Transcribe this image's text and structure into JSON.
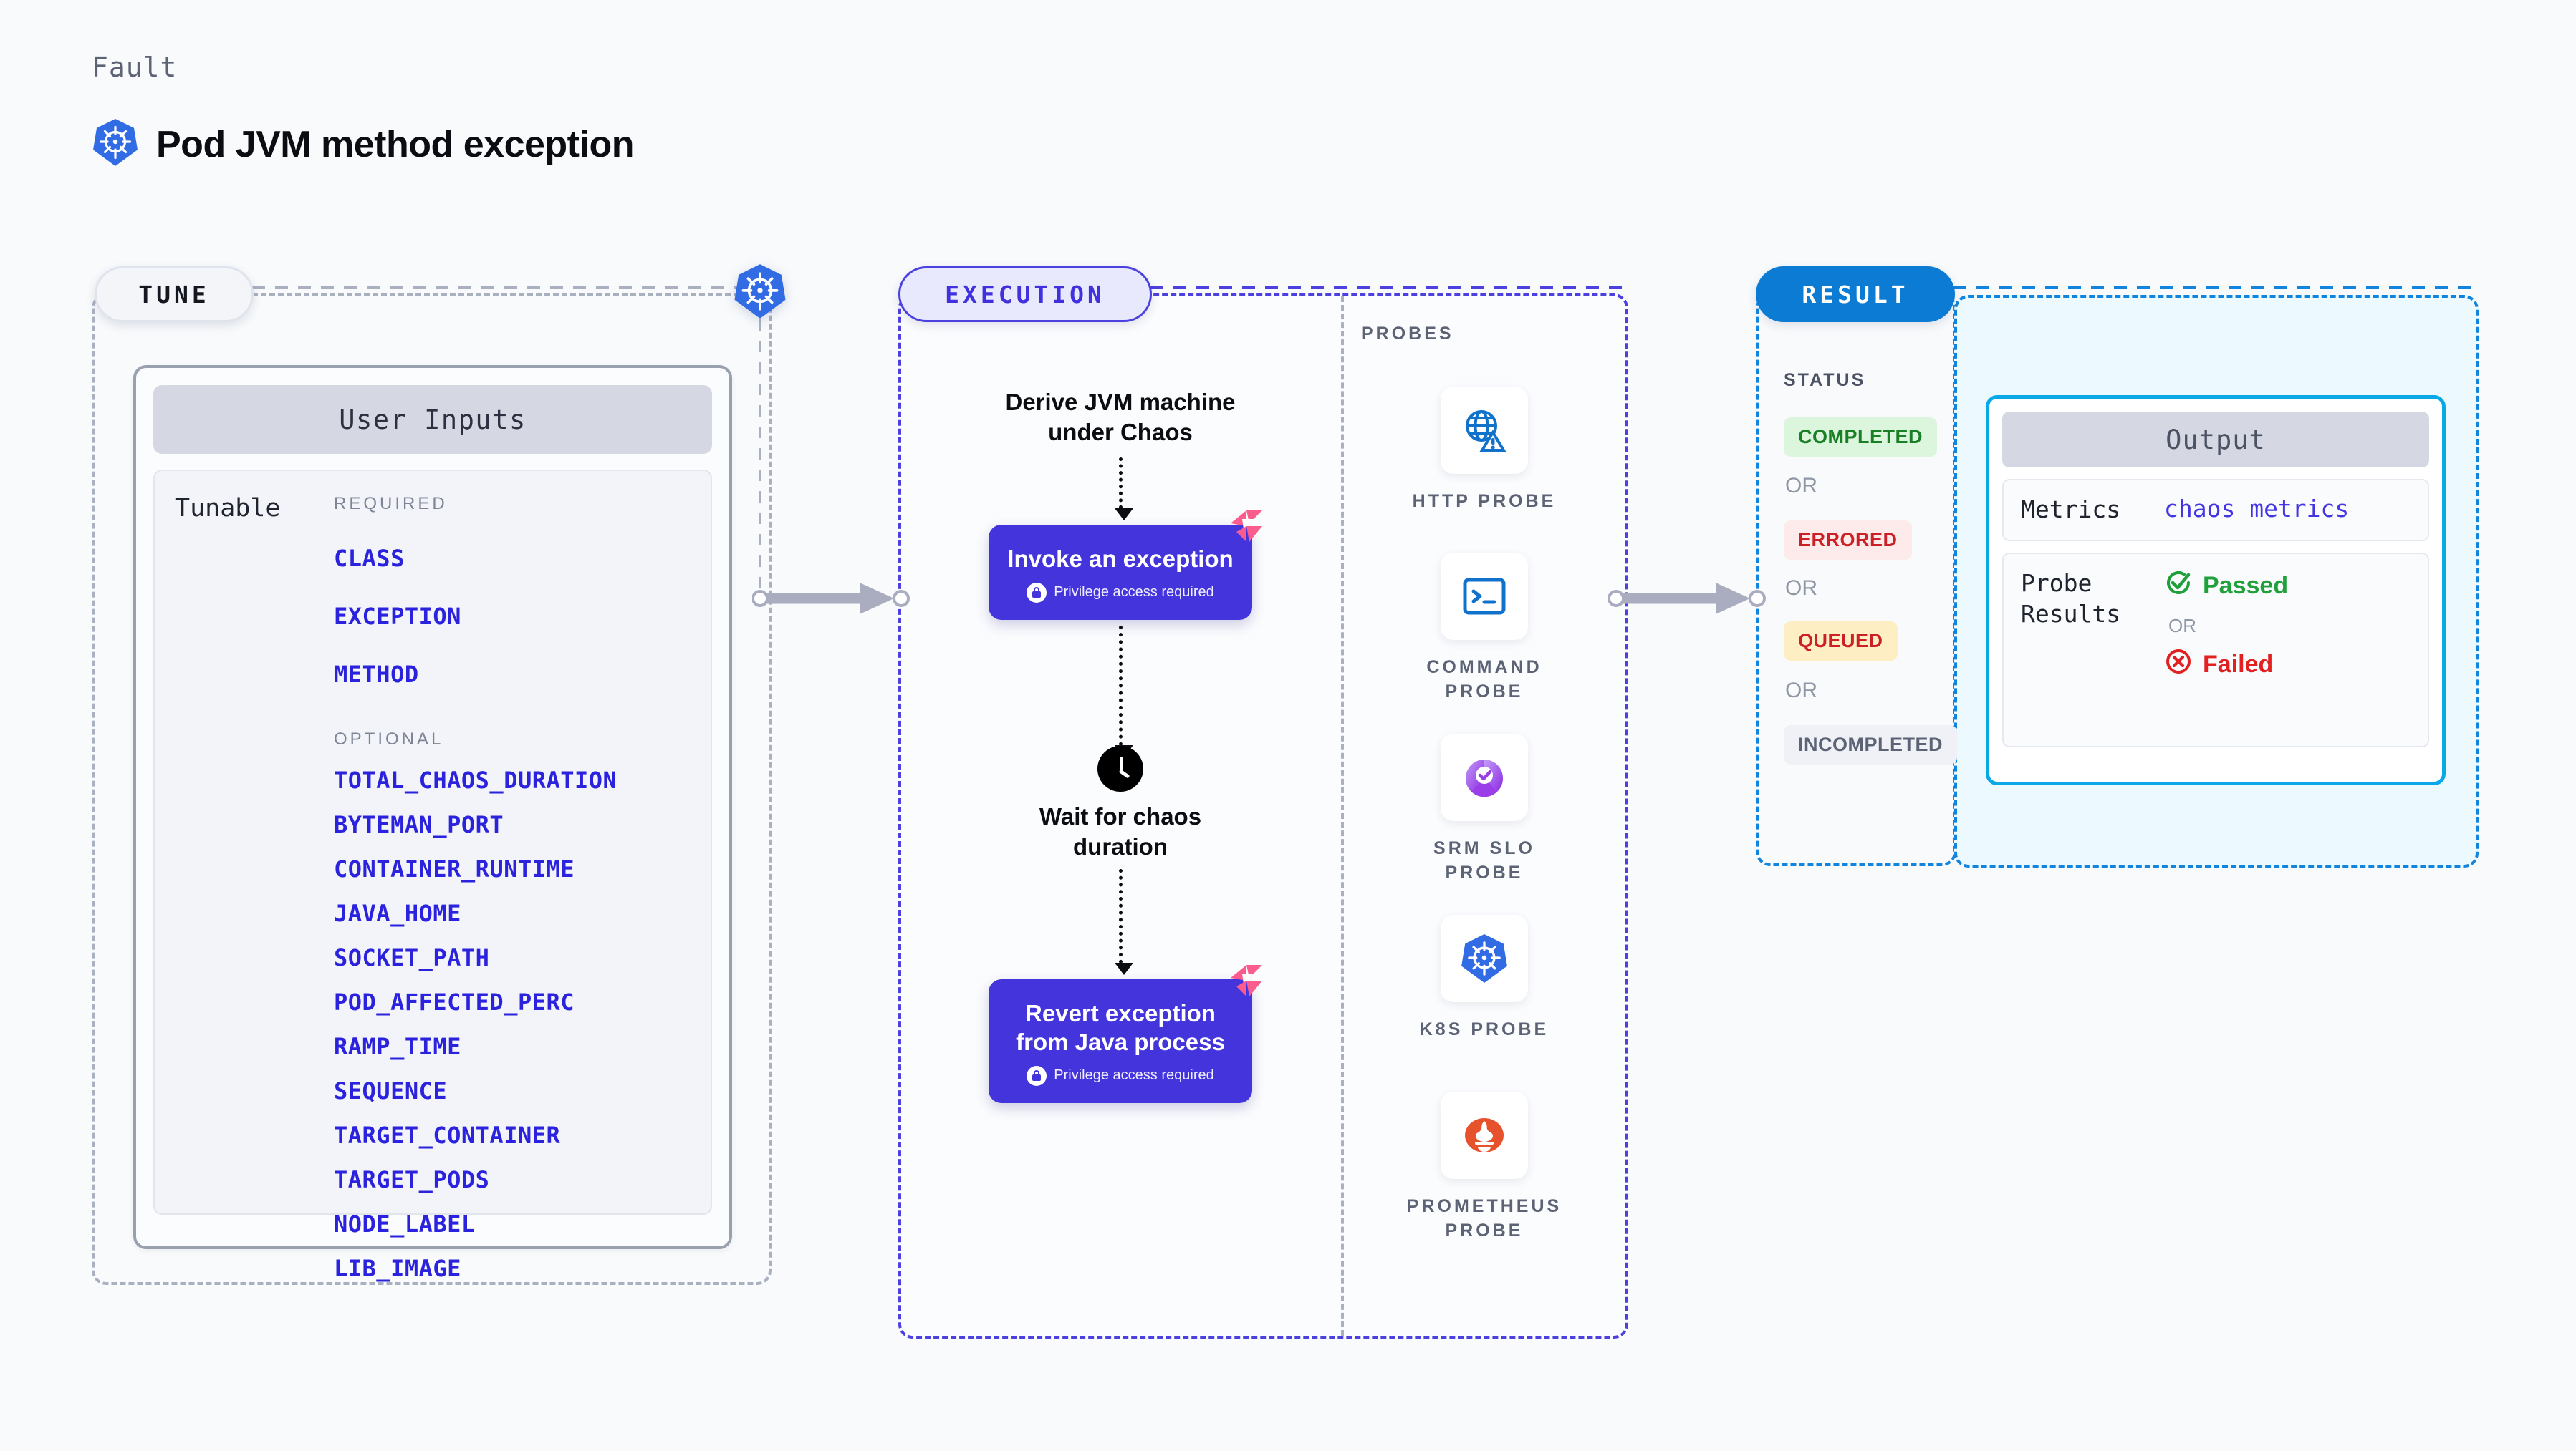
{
  "header": {
    "eyebrow": "Fault",
    "icon": "kubernetes-icon",
    "title": "Pod JVM method exception"
  },
  "stages": {
    "tune": {
      "label": "TUNE",
      "badge_icon": "kubernetes-icon"
    },
    "execution": {
      "label": "EXECUTION"
    },
    "result": {
      "label": "RESULT"
    }
  },
  "tune": {
    "card_title": "User Inputs",
    "tunable_label": "Tunable",
    "groups": [
      {
        "heading": "REQUIRED",
        "params": [
          "CLASS",
          "EXCEPTION",
          "METHOD"
        ]
      },
      {
        "heading": "OPTIONAL",
        "params": [
          "TOTAL_CHAOS_DURATION",
          "BYTEMAN_PORT",
          "CONTAINER_RUNTIME",
          "JAVA_HOME",
          "SOCKET_PATH",
          "POD_AFFECTED_PERC",
          "RAMP_TIME",
          "SEQUENCE",
          "TARGET_CONTAINER",
          "TARGET_PODS",
          "NODE_LABEL",
          "LIB_IMAGE"
        ]
      }
    ]
  },
  "execution": {
    "flow_title": "Derive JVM machine\nunder Chaos",
    "step1": {
      "title": "Invoke an exception",
      "note": "Privilege access required",
      "note_icon": "lock-icon",
      "corner_icon": "litmus-icon"
    },
    "wait": {
      "icon": "clock-icon",
      "label": "Wait for chaos\nduration"
    },
    "step2": {
      "title": "Revert exception\nfrom Java process",
      "note": "Privilege access required",
      "note_icon": "lock-icon",
      "corner_icon": "litmus-icon"
    }
  },
  "probes": {
    "heading": "PROBES",
    "items": [
      {
        "label": "HTTP PROBE",
        "icon": "globe-warning-icon"
      },
      {
        "label": "COMMAND PROBE",
        "icon": "terminal-icon"
      },
      {
        "label": "SRM SLO PROBE",
        "icon": "srm-slo-icon"
      },
      {
        "label": "K8S PROBE",
        "icon": "kubernetes-icon"
      },
      {
        "label": "PROMETHEUS PROBE",
        "icon": "prometheus-icon"
      }
    ]
  },
  "result": {
    "status_heading": "STATUS",
    "or_label": "OR",
    "statuses": [
      {
        "label": "COMPLETED",
        "bg": "#dcf5dd",
        "fg": "#1a8026"
      },
      {
        "label": "ERRORED",
        "bg": "#fdeaea",
        "fg": "#cb2026"
      },
      {
        "label": "QUEUED",
        "bg": "#fdeec3",
        "fg": "#cb2026"
      },
      {
        "label": "INCOMPLETED",
        "bg": "#eff1f6",
        "fg": "#5c6375"
      }
    ]
  },
  "output": {
    "title": "Output",
    "metrics_key": "Metrics",
    "metrics_value": "chaos metrics",
    "probe_results_key": "Probe\nResults",
    "passed_label": "Passed",
    "failed_label": "Failed",
    "or_label": "OR",
    "passed_icon": "check-circle-icon",
    "failed_icon": "x-circle-icon",
    "passed_color": "#20a03a",
    "failed_color": "#e22020"
  }
}
